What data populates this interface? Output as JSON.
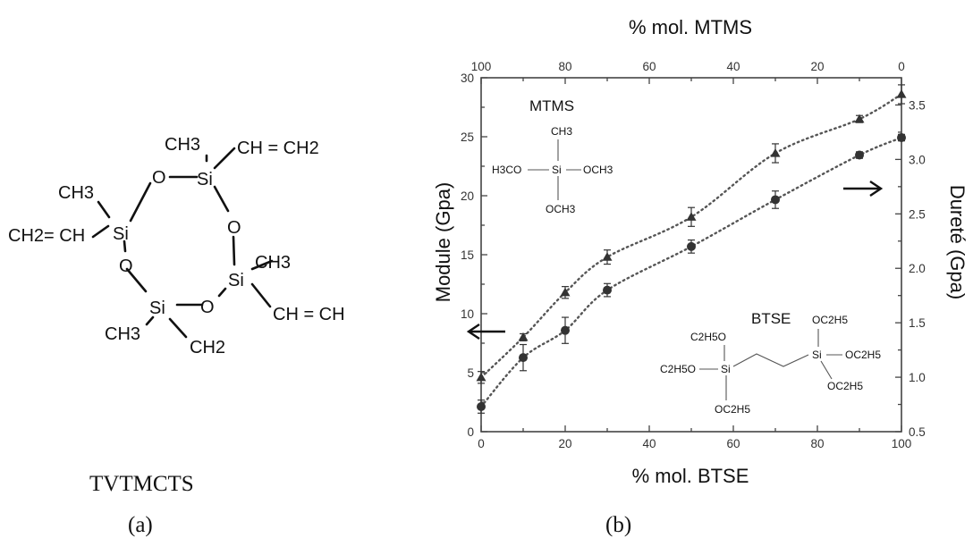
{
  "panel_a": {
    "molecule_name": "TVTMCTS",
    "caption": "(a)",
    "atoms": {
      "si": "Si",
      "o": "O",
      "ch3": "CH3",
      "ch2": "CH2",
      "vinyl_right": "CH = CH2",
      "vinyl_left": "CH2= CH",
      "vinyl_cut": "CH = CH"
    }
  },
  "panel_b": {
    "caption": "(b)",
    "inset_mtms": {
      "title": "MTMS",
      "ch3": "CH3",
      "h3co": "H3CO",
      "si": "Si",
      "och3": "OCH3"
    },
    "inset_btse": {
      "title": "BTSE",
      "oc2h5": "OC2H5",
      "c2h5o": "C2H5O",
      "si": "Si"
    }
  },
  "chart_data": {
    "type": "scatter",
    "xlabel": "% mol. BTSE",
    "x2label": "% mol. MTMS",
    "ylabel": "Module (Gpa)",
    "y2label": "Dureté (Gpa)",
    "xlim": [
      0,
      100
    ],
    "ylim": [
      0,
      30
    ],
    "y2lim": [
      0.5,
      3.75
    ],
    "x_ticks": [
      0,
      20,
      40,
      60,
      80,
      100
    ],
    "x2_ticks": [
      100,
      80,
      60,
      40,
      20,
      0
    ],
    "y_ticks": [
      0,
      5,
      10,
      15,
      20,
      25,
      30
    ],
    "y2_ticks": [
      "0.5",
      "1.0",
      "1.5",
      "2.0",
      "2.5",
      "3.0",
      "3.5"
    ],
    "series": [
      {
        "axis": "left",
        "marker": "triangle",
        "x": [
          0,
          10,
          20,
          30,
          50,
          70,
          90,
          100
        ],
        "y": [
          4.6,
          8.0,
          11.8,
          14.8,
          18.2,
          23.6,
          26.5,
          28.6
        ],
        "err": [
          0.5,
          0.3,
          0.5,
          0.6,
          0.8,
          0.8,
          0.3,
          0.8
        ]
      },
      {
        "axis": "right",
        "marker": "circle",
        "x": [
          0,
          10,
          20,
          30,
          50,
          70,
          90,
          100
        ],
        "y": [
          0.73,
          1.18,
          1.43,
          1.8,
          2.2,
          2.63,
          3.04,
          3.2
        ],
        "err": [
          0.06,
          0.12,
          0.12,
          0.06,
          0.06,
          0.08,
          0.03,
          0.03
        ]
      }
    ],
    "grid": false,
    "legend": "none"
  }
}
